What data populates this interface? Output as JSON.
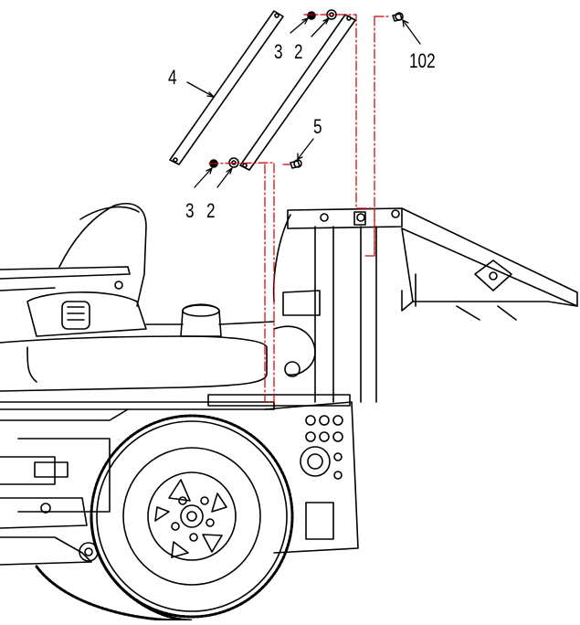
{
  "diagram": {
    "callouts": {
      "c4": "4",
      "c3_top": "3",
      "c2_top": "2",
      "c102": "102",
      "c5": "5",
      "c3_bottom": "3",
      "c2_bottom": "2"
    },
    "colors": {
      "line": "#000000",
      "assembly_path": "#cc0000"
    }
  }
}
